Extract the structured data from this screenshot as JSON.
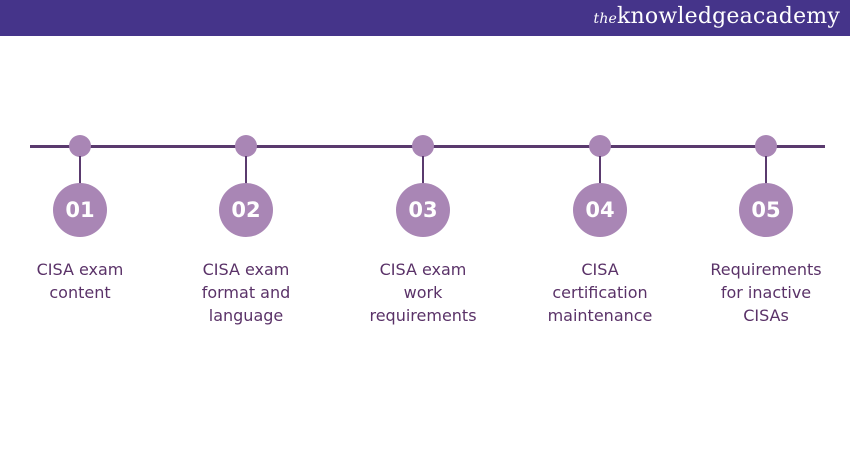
{
  "header": {
    "logo_prefix": "the",
    "logo_main": "knowledgeacademy"
  },
  "steps": [
    {
      "number": "01",
      "label": "CISA exam content"
    },
    {
      "number": "02",
      "label": "CISA exam format and language"
    },
    {
      "number": "03",
      "label": "CISA exam work requirements"
    },
    {
      "number": "04",
      "label": "CISA certification maintenance"
    },
    {
      "number": "05",
      "label": "Requirements for inactive CISAs"
    }
  ],
  "colors": {
    "header": "#45348a",
    "accent": "#a986b5",
    "line": "#5a3a6e",
    "text": "#5a3268"
  }
}
